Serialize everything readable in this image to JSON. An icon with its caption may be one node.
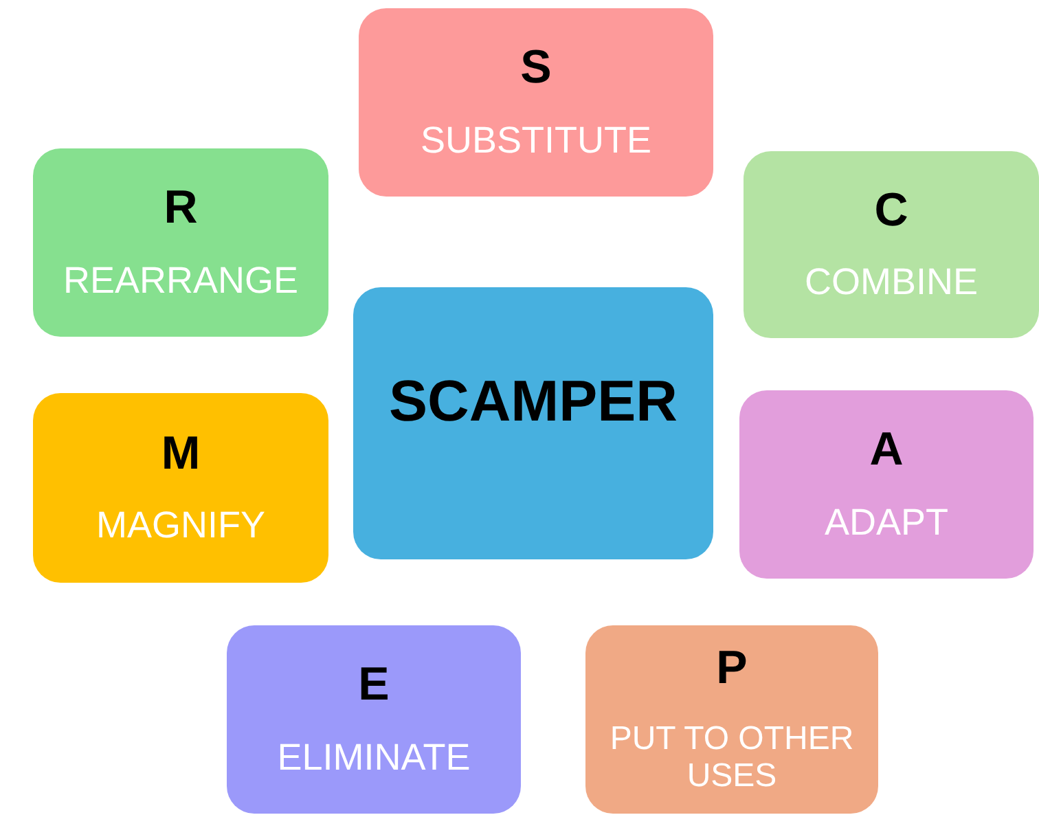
{
  "diagram": {
    "nodes": [
      {
        "text": [
          "S",
          "SUBSTITUTE"
        ]
      },
      {
        "text": [
          "R",
          "REARRANGE"
        ]
      },
      {
        "text": [
          "C",
          "COMBINE"
        ]
      },
      {
        "text": [
          "SCAMPER"
        ]
      },
      {
        "text": [
          "M",
          "MAGNIFY"
        ]
      },
      {
        "text": [
          "A",
          "ADAPT"
        ]
      },
      {
        "text": [
          "E",
          "ELIMINATE"
        ]
      },
      {
        "text": [
          "P",
          "PUT TO OTHER USES"
        ]
      }
    ]
  }
}
